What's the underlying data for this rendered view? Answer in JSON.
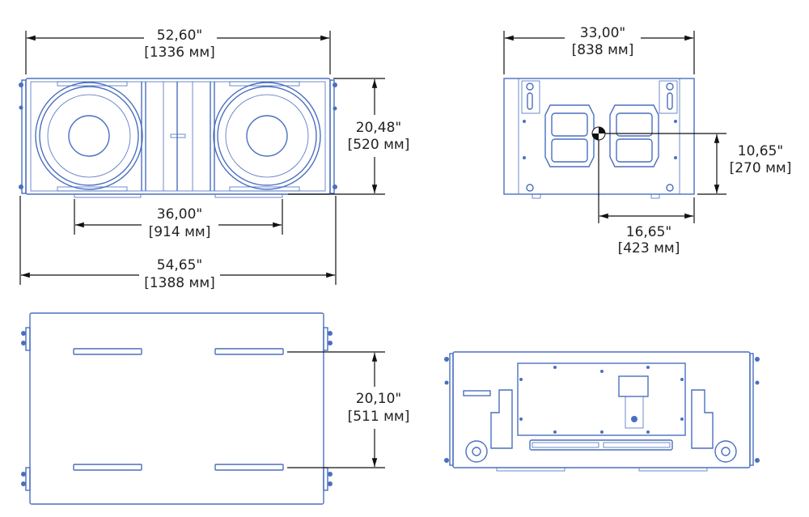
{
  "front_view": {
    "width_dim": {
      "inch": "52,60\"",
      "mm": "[1336 мм]"
    },
    "height_dim": {
      "inch": "20,48\"",
      "mm": "[520 мм]"
    },
    "foot_spacing_dim": {
      "inch": "36,00\"",
      "mm": "[914 мм]"
    },
    "overall_width_dim": {
      "inch": "54,65\"",
      "mm": "[1388 мм]"
    }
  },
  "side_view": {
    "depth_dim": {
      "inch": "33,00\"",
      "mm": "[838 мм]"
    },
    "cog_height_dim": {
      "inch": "10,65\"",
      "mm": "[270 мм]"
    },
    "cog_depth_dim": {
      "inch": "16,65\"",
      "mm": "[423 мм]"
    }
  },
  "top_view": {
    "slot_spacing_dim": {
      "inch": "20,10\"",
      "mm": "[511 мм]"
    }
  },
  "colors": {
    "drawing_line": "#4a6fc0",
    "dimension_line": "#111111"
  }
}
